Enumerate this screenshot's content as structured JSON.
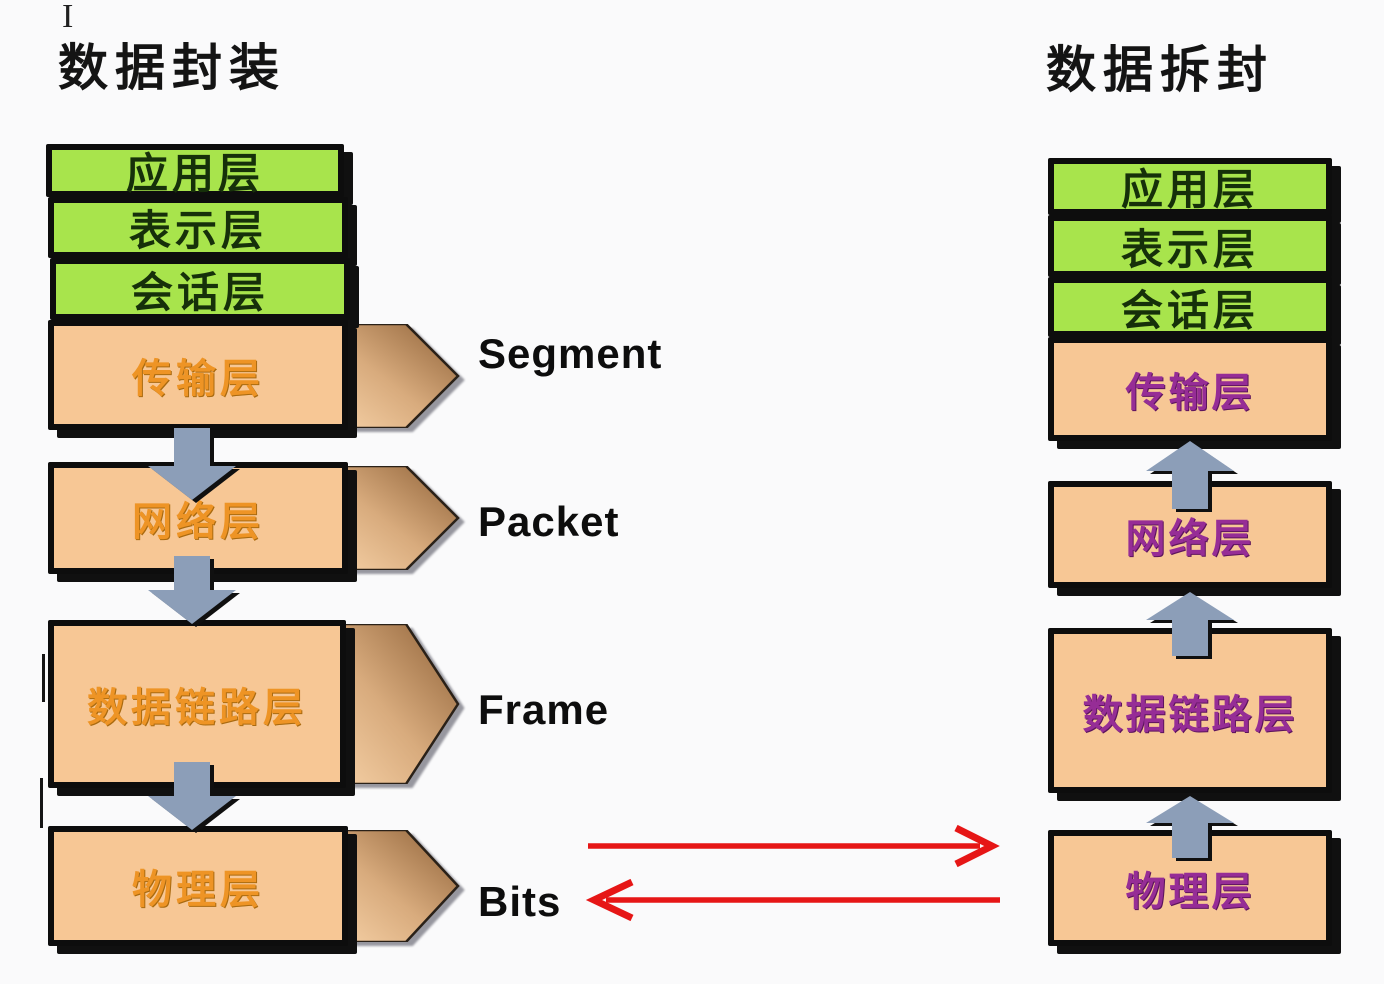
{
  "left": {
    "title": "数据封装",
    "green_layers": [
      "应用层",
      "表示层",
      "会话层"
    ],
    "orange_layers": [
      "传输层",
      "网络层",
      "数据链路层",
      "物理层"
    ],
    "pdu_labels": [
      "Segment",
      "Packet",
      "Frame",
      "Bits"
    ]
  },
  "right": {
    "title": "数据拆封",
    "green_layers": [
      "应用层",
      "表示层",
      "会话层"
    ],
    "orange_layers": [
      "传输层",
      "网络层",
      "数据链路层",
      "物理层"
    ]
  },
  "artifacts": {
    "text_cursor": "I"
  },
  "colors": {
    "background": "#fafafb",
    "green_box_fill": "#a8e44c",
    "orange_box_fill": "#f7c795",
    "box_border": "#0d0d0d",
    "green_box_text": "#16300a",
    "left_orange_text": "#ee9425",
    "right_purple_text": "#962d96",
    "blue_arrow_fill": "#8c9eb8",
    "red_arrow": "#e61616",
    "pdu_arrow_light": "#f0c897",
    "pdu_arrow_dark": "#9a6c42"
  }
}
